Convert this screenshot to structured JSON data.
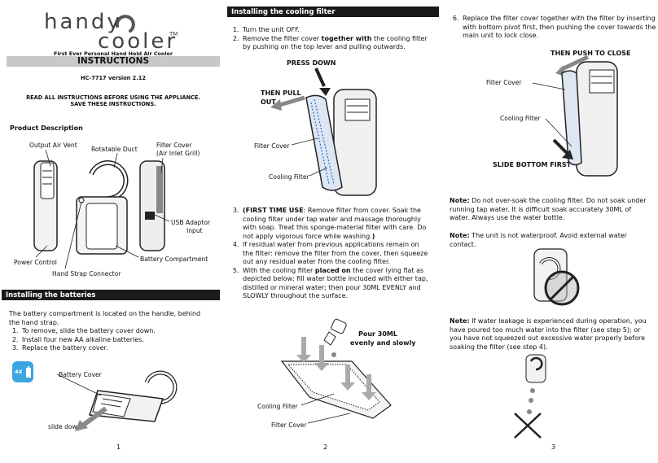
{
  "page1": {
    "logo_word1": "handy",
    "logo_word2": "cooler",
    "logo_tm": "TM",
    "tagline": "First Ever Personal Hand Held Air Cooler",
    "heading": "INSTRUCTIONS",
    "model": "HC-7717 version 2.12",
    "notice1": "READ ALL INSTRUCTIONS BEFORE USING THE APPLIANCE.",
    "notice2": "SAVE THESE INSTRUCTIONS.",
    "product_description": "Product Description",
    "labels": {
      "output_air_vent": "Output Air Vent",
      "rotatable_duct": "Rotatable Duct",
      "filter_cover": "Filter Cover",
      "air_inlet_grill": "(Air Inlet Grill)",
      "usb_adaptor": "USB Adaptor",
      "input": "Input",
      "power_control": "Power Control",
      "battery_compartment": "Battery Compartment",
      "hand_strap_connector": "Hand Strap Connector"
    },
    "batteries_header": "Installing the batteries",
    "batteries_intro": "The battery compartment is located on the handle, behind the hand strap.",
    "battery_steps": [
      "To remove, slide the battery cover down.",
      "Install four new AA alkaline batteries.",
      "Replace the battery cover."
    ],
    "battery_badge": "4X",
    "battery_cover_label": "Battery Cover",
    "slide_down_label": "slide down",
    "page_number": "1"
  },
  "page2": {
    "header": "Installing the cooling filter",
    "step1": "Turn the unit OFF.",
    "step2_pre": "Remove the filter cover ",
    "step2_bold": "together with",
    "step2_post": " the cooling filter by pushing on the top lever and pulling outwards.",
    "press_down": "PRESS DOWN",
    "then_pull": "THEN PULL",
    "out": "OUT",
    "filter_cover": "Filter Cover",
    "cooling_filter": "Cooling Filter",
    "step3_bold": "(FIRST TIME USE",
    "step3_text": ": Remove filter from cover. Soak the cooling filter under tap water and massage thoroughly with soap. Treat this sponge-material filter with care. Do not apply vigorous force while washing.",
    "step3_end": ")",
    "step4": "If residual water from previous applications remain on the filter: remove the filter from the cover, then squeeze out any residual water from the cooling filter.",
    "step5_pre": "With the cooling filter ",
    "step5_bold": "placed on",
    "step5_post": " the cover lying flat as depicted below; fill water bottle included with either tap, distilled or mineral water; then pour 30ML EVENLY and SLOWLY throughout the surface.",
    "pour1": "Pour 30ML",
    "pour2": "evenly and slowly",
    "cooling_filter2": "Cooling Filter",
    "filter_cover2": "Filter Cover",
    "page_number": "2"
  },
  "page3": {
    "step6": "Replace the filter cover together with the filter by inserting with bottom pivot first, then pushing the cover towards the main unit to lock close.",
    "then_push": "THEN PUSH TO CLOSE",
    "filter_cover": "Filter Cover",
    "cooling_filter": "Cooling Filter",
    "slide_bottom_first": "SLIDE BOTTOM FIRST",
    "note_label": "Note:",
    "note1": " Do not over-soak the cooling filter. Do not soak under running tap water. It is difficult soak accurately 30ML of water. Always use the water bottle.",
    "note2": " The unit is not waterproof. Avoid external water contact.",
    "note3": " If water leakage is experienced during operation, you have poured too much water into the filter (see step 5); or you have not squeezed out excessive water properly before soaking the filter (see step 4).",
    "page_number": "3"
  }
}
